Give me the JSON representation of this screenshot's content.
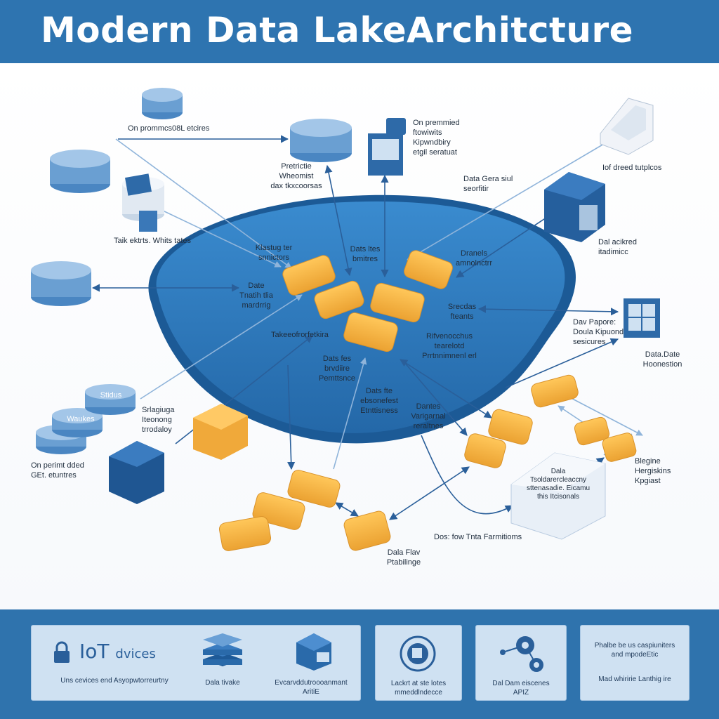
{
  "header": {
    "title": "Modern Data LakeArchitcture"
  },
  "labels": {
    "on_prem_top": "On prommcs08L etcires",
    "pretrictie": "Pretrictie\nWheomist\ndax tkxcoorsas",
    "on_premmied": "On premmied\nftowiwits\nKipwndbiry\netgil seratuat",
    "lake_ektrts": "Taik ektrts. Whits tates",
    "data_gera": "Data Gera siul\nseorfitir",
    "iof_dreed": "Iof dreed tutplcos",
    "klastug": "Klastug ter\nsnnictors",
    "dats_bmtes": "Dats ltes\nbmitres",
    "dranels": "Dranels\namnolnctrr",
    "dal_acikred": "Dal acikred\nitadimicc",
    "date_tnatih": "Date\nTnatih tlia\nmardrrig",
    "srecdas": "Srecdas\nfteants",
    "dav_papore": "Dav Papore:\nDoula Kipuond\nsesicures",
    "data_date_hocnestion": "Data.Date\nHoonestion",
    "takee": "Takeeofrorfetkira",
    "rifvenocchus": "Rifvenocchus\ntearelotd\nPrrtnnimnenl erl",
    "dats_fes": "Dats fes\nbrvdiire\nPemttsnce",
    "srlagiuga": "Srlagiuga\nIteonong\ntrrodaloy",
    "on_pertmt": "On perimt dded\nGEt. etuntres",
    "dats_ebsonefest": "Dats fte\nebsonefest\nEtnttisness",
    "dantes_varigarnal": "Dantes\nVarigarnal\nreraltnes",
    "blegine": "Blegine\nHergiskins\nKpgiast",
    "data_box": "Dala\nTsoldarercleaccny\nsttenasadie. Eicamu\nthis Itcisonals",
    "dos_flow": "Dos: fow Tnta Farmitioms",
    "data_flav": "Dala Flav\nPtabilinge",
    "tag_stidus": "Stidus",
    "tag_waukes": "Waukes"
  },
  "footer": {
    "panel1": {
      "title": "IoT",
      "title_small": "dvices",
      "caption": "Uns cevices end Asyopwtorreurtny"
    },
    "panel1_center": "Dala tivake",
    "panel1_right": "Evcarvddutroooanmant\nAritiE",
    "panel2": "Lackrt at ste lotes\nmmeddlndecce",
    "panel3": "Dal Dam eiscenes\nAPIZ",
    "panel4_top": "Phalbe be us caspiuniters\nand mpodeEtic",
    "panel4_bottom": "Mad whiririe Lanthig ire"
  },
  "colors": {
    "brand": "#2e74b0",
    "lake": "#2f7dc0",
    "node": "#f5b243",
    "db": "#6e9fd0"
  }
}
